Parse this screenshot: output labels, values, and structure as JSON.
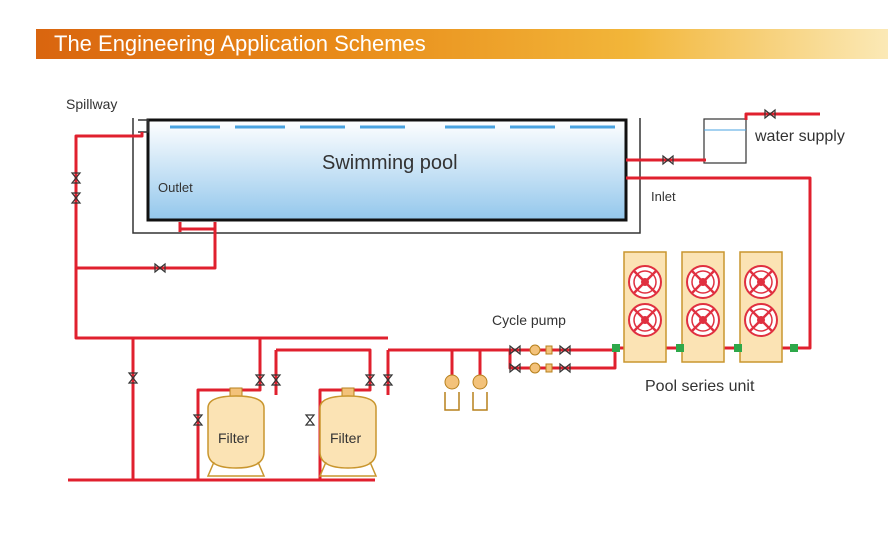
{
  "header": {
    "title": "The Engineering Application Schemes"
  },
  "labels": {
    "spillway": "Spillway",
    "pool": "Swimming pool",
    "outlet": "Outlet",
    "inlet": "Inlet",
    "water_supply": "water supply",
    "cycle_pump": "Cycle pump",
    "pool_series_unit": "Pool series unit",
    "filter_1": "Filter",
    "filter_2": "Filter"
  },
  "colors": {
    "pipe": "#e0202e",
    "banner_start": "#d9650f",
    "banner_end": "#fbe9b6",
    "equipment": "#f3c27a",
    "fan": "#e03040",
    "connector": "#2ea84a",
    "water_top": "#ffffff",
    "water_bottom": "#93c7ec"
  },
  "components": {
    "heat_pump_units": 3,
    "fans_per_unit": 2,
    "filters": 2,
    "pumps": 2
  }
}
